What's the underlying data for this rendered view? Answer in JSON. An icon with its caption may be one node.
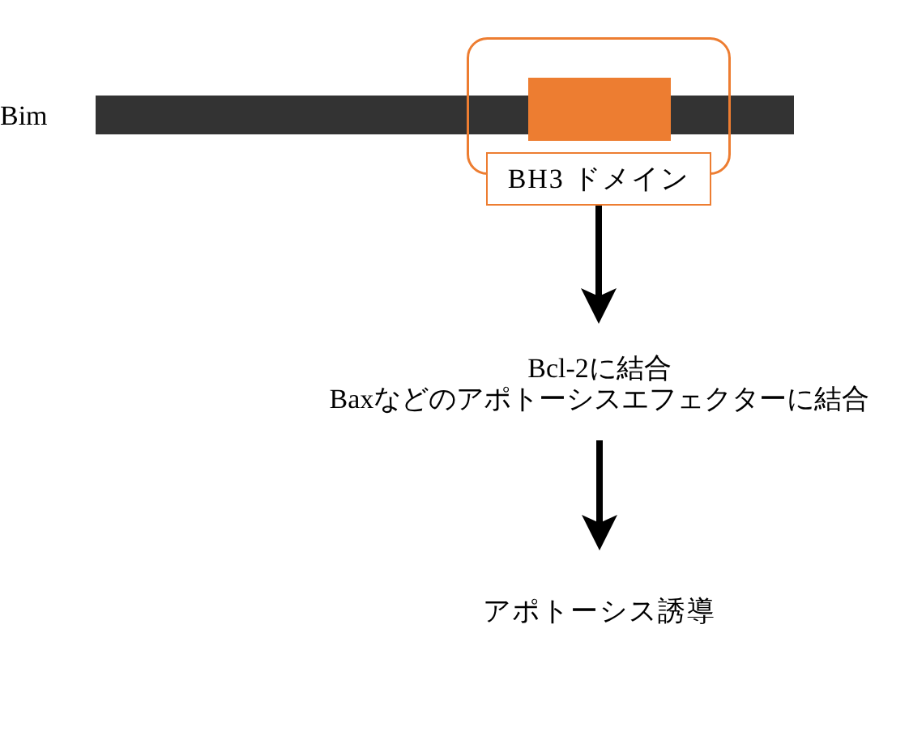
{
  "diagram": {
    "nodes": [
      {
        "text": [],
        "shape": "bar",
        "beside": [
          "Bim"
        ]
      },
      {
        "text": [],
        "shape": "box"
      },
      {
        "text": [],
        "shape": "box",
        "in": 1
      },
      {
        "text": [
          "BH3 ドメイン"
        ]
      },
      {
        "text": [
          "Bcl-2に結合",
          "Baxなどのアポトーシスエフェクターに結合"
        ]
      },
      {
        "text": [
          "アポトーシス誘導"
        ]
      }
    ],
    "edges": [
      {
        "from": 3,
        "to": 4,
        "arrow": "to"
      },
      {
        "from": 4,
        "to": 5,
        "arrow": "to"
      }
    ]
  }
}
